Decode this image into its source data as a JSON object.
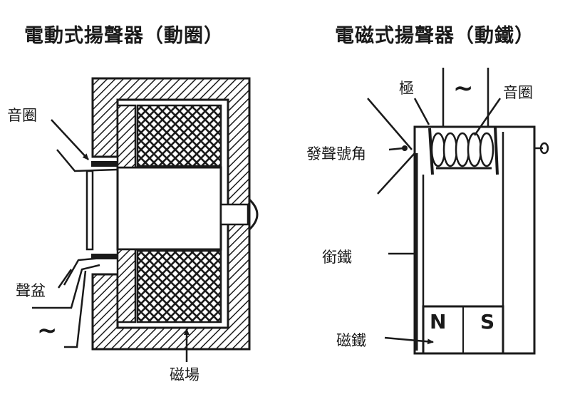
{
  "left": {
    "title": "電動式揚聲器（動圈）",
    "labels": {
      "voice_coil": "音圈",
      "cone": "聲盆",
      "magnet": "磁場",
      "ac_symbol": "∼"
    }
  },
  "right": {
    "title": "電磁式揚聲器（動鐵）",
    "labels": {
      "pole": "極",
      "voice_coil": "音圈",
      "horn": "發聲號角",
      "armature": "銜鐵",
      "magnet": "磁鐵",
      "ac_symbol": "∼",
      "north": "N",
      "south": "S"
    }
  },
  "colors": {
    "ink": "#1a1a1a",
    "paper": "#ffffff"
  }
}
